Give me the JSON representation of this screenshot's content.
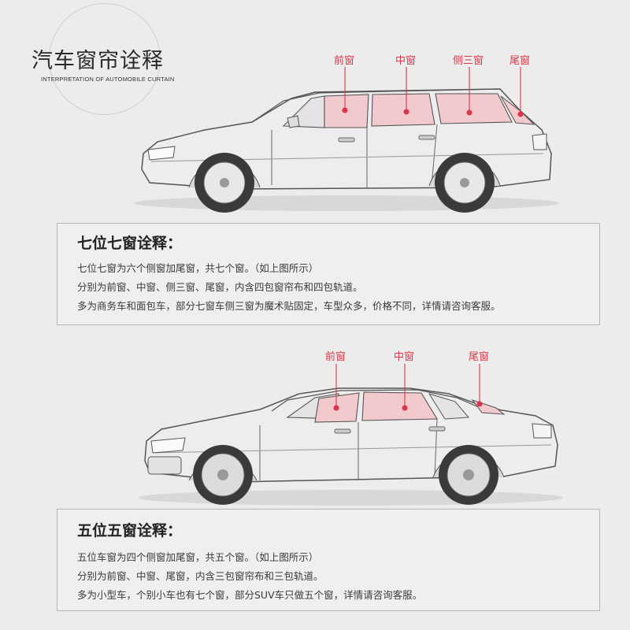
{
  "header": {
    "title_cn": "汽车窗帘诠释",
    "title_en": "INTERPRETATION OF AUTOMOBILE CURTAIN"
  },
  "colors": {
    "accent": "#d9384a",
    "window_tint": "#f2c9cc",
    "box_border": "#b5b5b5"
  },
  "car1": {
    "labels": [
      "前窗",
      "中窗",
      "侧三窗",
      "尾窗"
    ]
  },
  "section1": {
    "title": "七位七窗诠释：",
    "lines": [
      "七位七窗为六个侧窗加尾窗，共七个窗。（如上图所示）",
      "分别为前窗、中窗、侧三窗、尾窗，内含四包窗帘布和四包轨道。",
      "多为商务车和面包车，部分七窗车侧三窗为魔术贴固定，车型众多，价格不同，详情请咨询客服。"
    ]
  },
  "car2": {
    "labels": [
      "前窗",
      "中窗",
      "尾窗"
    ]
  },
  "section2": {
    "title": "五位五窗诠释：",
    "lines": [
      "五位车窗为四个侧窗加尾窗，共五个窗。（如上图所示）",
      "分别为前窗、中窗、尾窗，内含三包窗帘布和三包轨道。",
      "多为小型车，个别小车也有七个窗，部分SUV车只做五个窗，详情请咨询客服。"
    ]
  }
}
